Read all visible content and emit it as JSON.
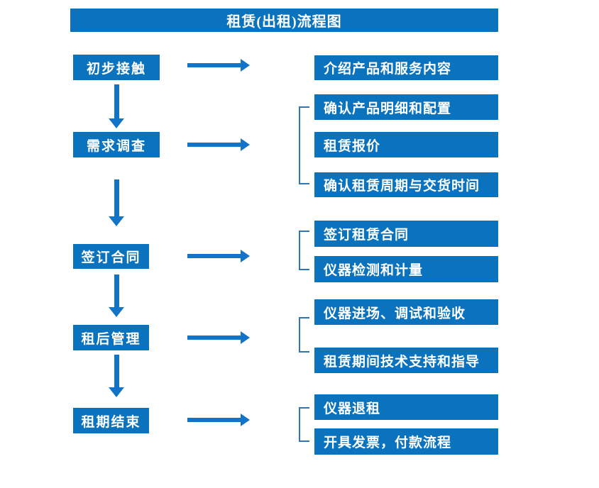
{
  "title": "租赁(出租)流程图",
  "stages": [
    {
      "label": "初步接触"
    },
    {
      "label": "需求调查"
    },
    {
      "label": "签订合同"
    },
    {
      "label": "租后管理"
    },
    {
      "label": "租期结束"
    }
  ],
  "details": [
    {
      "label": "介绍产品和服务内容"
    },
    {
      "label": "确认产品明细和配置"
    },
    {
      "label": "租赁报价"
    },
    {
      "label": "确认租赁周期与交货时间"
    },
    {
      "label": "签订租赁合同"
    },
    {
      "label": "仪器检测和计量"
    },
    {
      "label": "仪器进场、调试和验收"
    },
    {
      "label": "租赁期间技术支持和指导"
    },
    {
      "label": "仪器退租"
    },
    {
      "label": "开具发票，付款流程"
    }
  ],
  "colors": {
    "box_blue": "#0b72be",
    "arrow_blue": "#1274c8",
    "bracket_blue": "#2e76ba",
    "text_white": "#ffffff"
  }
}
